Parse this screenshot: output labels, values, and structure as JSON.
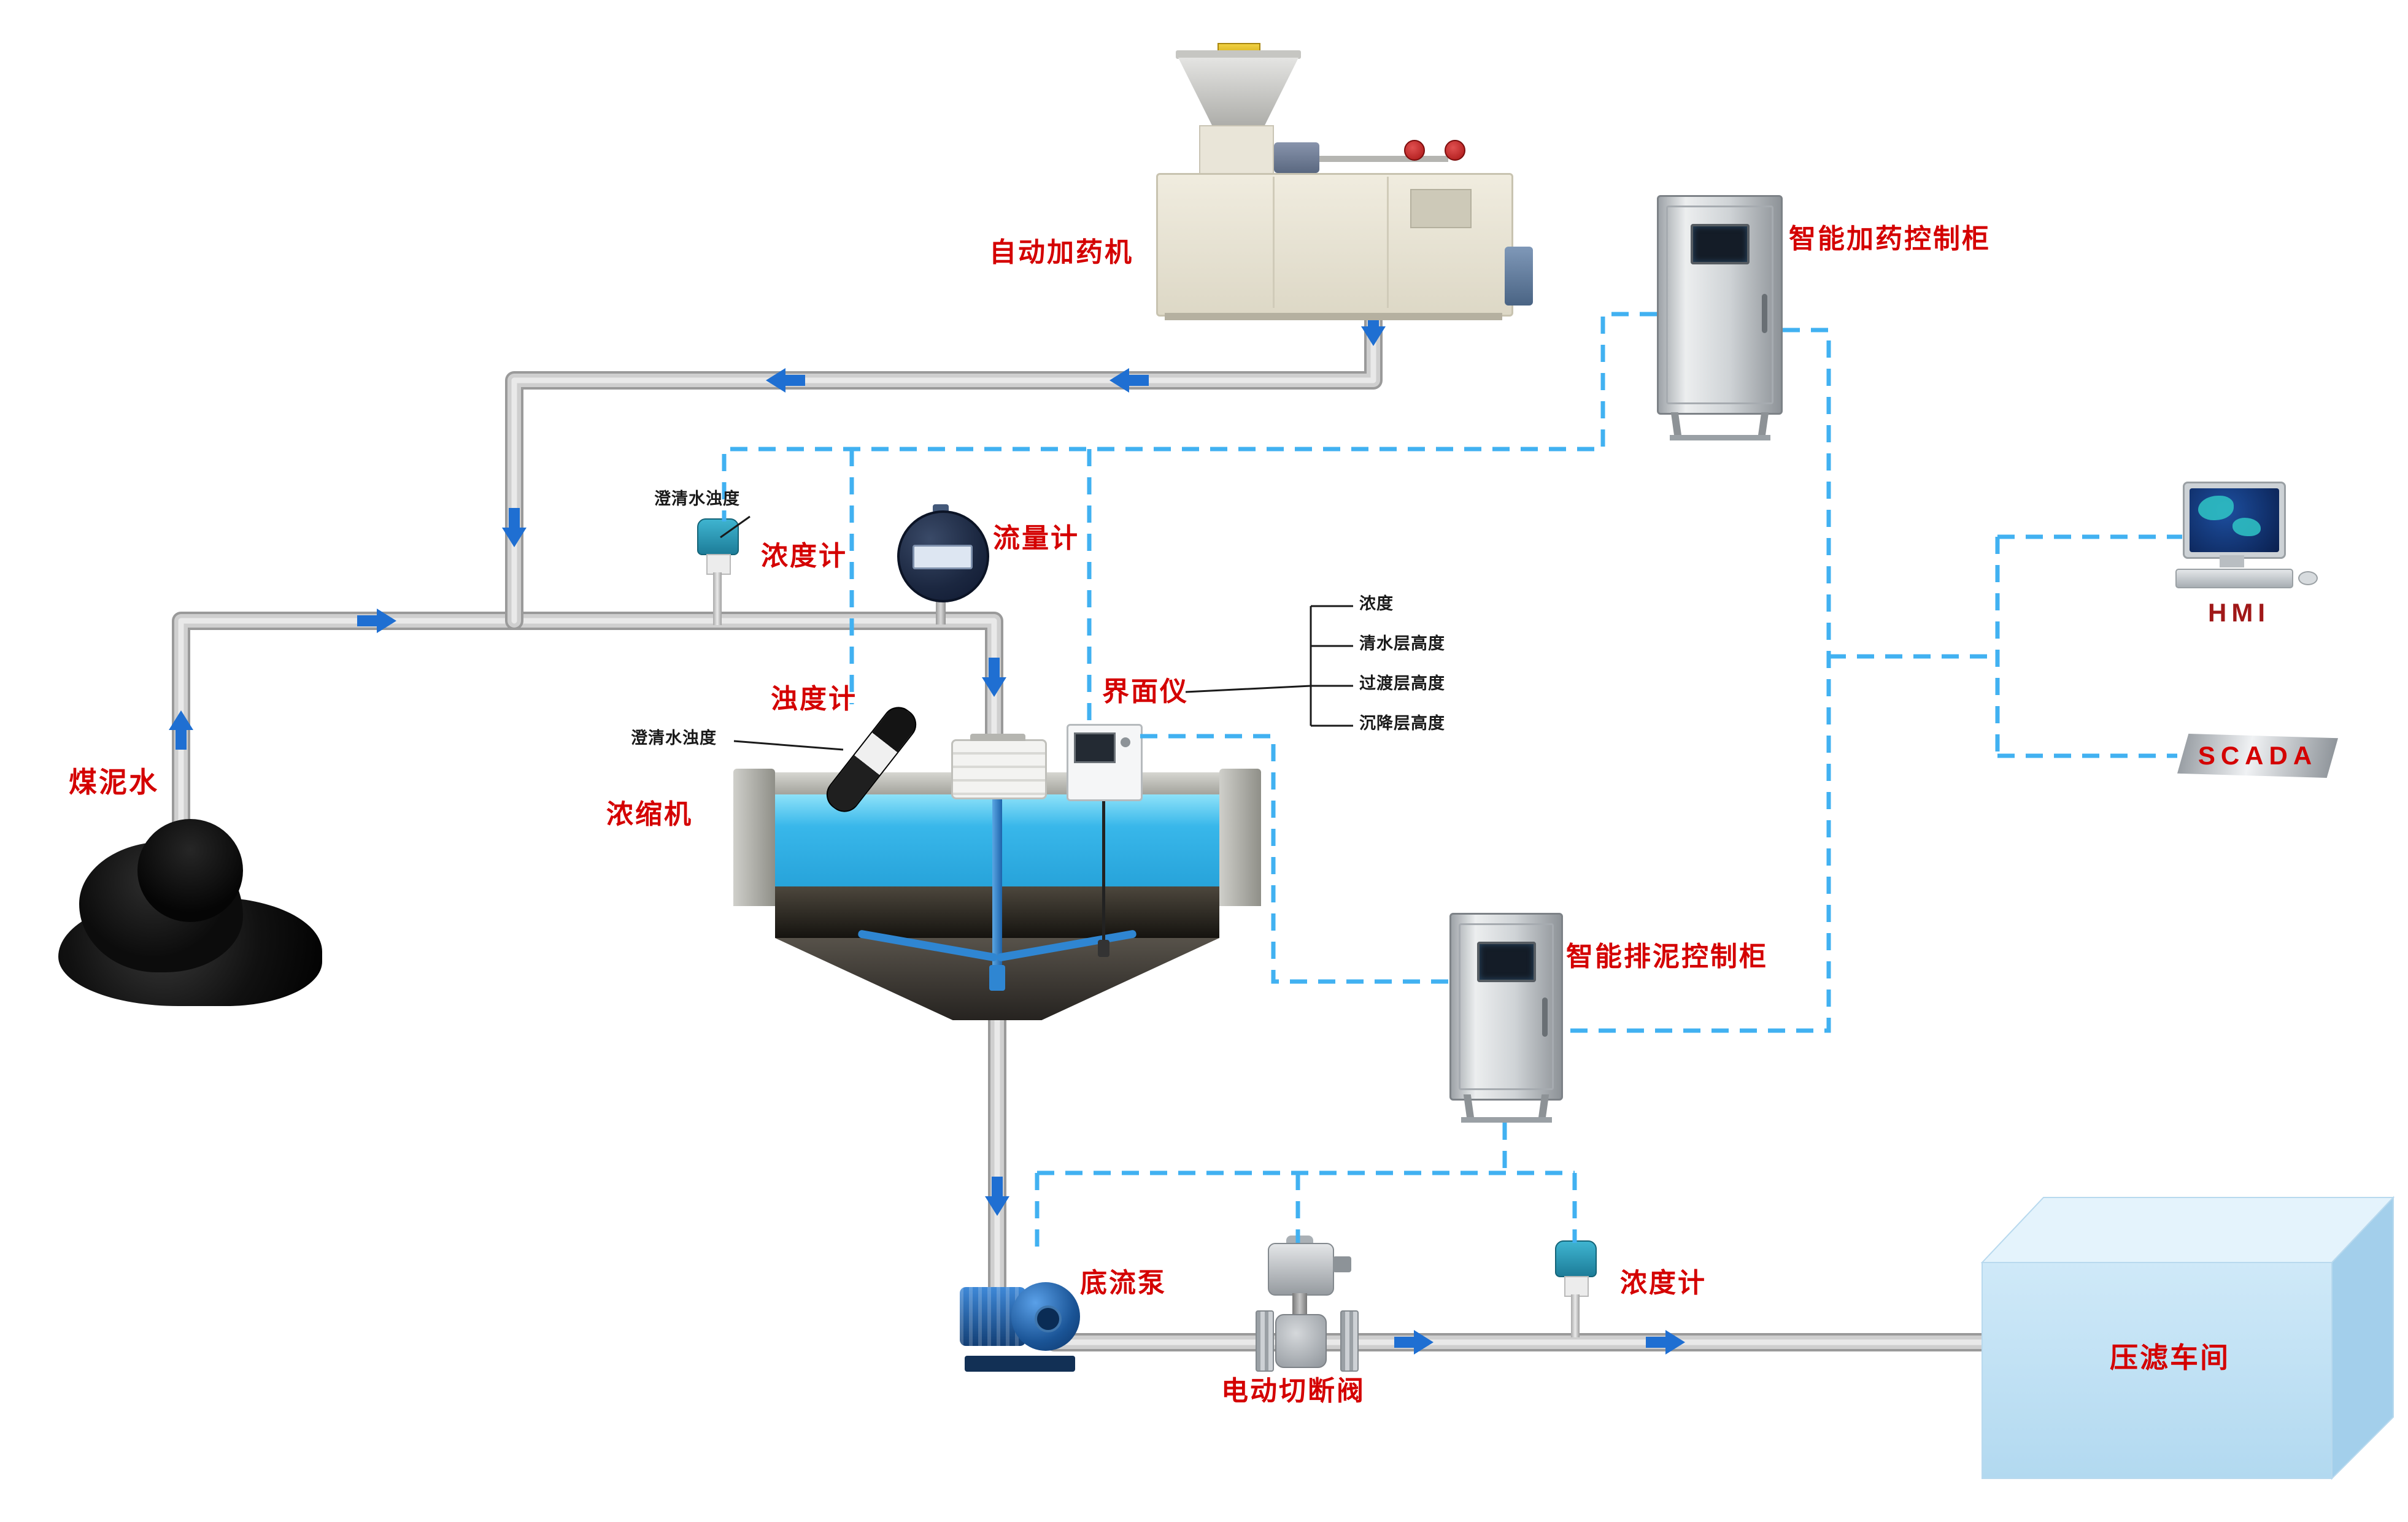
{
  "diagram": {
    "type": "process-flow",
    "labels": {
      "dosing_machine": "自动加药机",
      "dosing_cabinet": "智能加药控制柜",
      "hmi": "HMI",
      "scada": "SCADA",
      "coal_slurry": "煤泥水",
      "clarified_water_turbidity_top": "澄清水浊度",
      "clarified_water_turbidity_side": "澄清水浊度",
      "density_meter_top": "浓度计",
      "flow_meter": "流量计",
      "turbidity_meter": "浊度计",
      "interface_meter": "界面仪",
      "thickener": "浓缩机",
      "mud_cabinet": "智能排泥控制柜",
      "underflow_pump": "底流泵",
      "electric_valve": "电动切断阀",
      "density_meter_bottom": "浓度计",
      "filter_press": "压滤车间"
    },
    "interface_readings": [
      "浓度",
      "清水层高度",
      "过渡层高度",
      "沉降层高度"
    ],
    "colors": {
      "label_red": "#d40000",
      "note_black": "#1a1a1a",
      "signal_dashed_blue": "#41b1f1",
      "flow_arrow_blue": "#1f6fd2",
      "pipe_gray": "#c9c9c9",
      "water_blue": "#38b7ea",
      "background": "#ffffff"
    }
  }
}
